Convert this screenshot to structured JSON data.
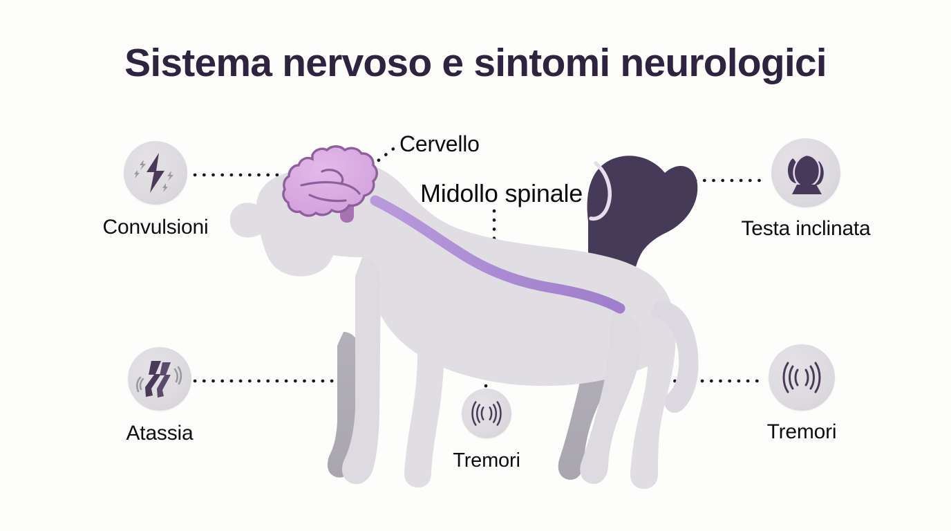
{
  "page": {
    "title": "Sistema nervoso e sintomi neurologici",
    "language": "it",
    "background_color": "#fdfdfc",
    "title_color": "#2e2440"
  },
  "anatomy_labels": [
    {
      "id": "cervello",
      "text": "Cervello",
      "part": "brain",
      "color": "#0b0b0d"
    },
    {
      "id": "midollo",
      "text": "Midollo spinale",
      "part": "spinal-cord",
      "color": "#0b0b0d"
    }
  ],
  "symptoms": [
    {
      "id": "convulsioni",
      "label": "Convulsioni",
      "icon": "lightning-bolt-icon",
      "position": "top-left",
      "icon_color": "#4a3a57",
      "circle_color": "#dcdade"
    },
    {
      "id": "atassia",
      "label": "Atassia",
      "icon": "wobbly-legs-icon",
      "position": "bottom-left",
      "icon_color": "#4a3a57",
      "circle_color": "#dcdade"
    },
    {
      "id": "testa-inclinata",
      "label": "Testa inclinata",
      "icon": "tilted-dog-head-icon",
      "position": "top-right",
      "icon_color": "#46395a",
      "circle_color": "#dcdade"
    },
    {
      "id": "tremori-destra",
      "label": "Tremori",
      "icon": "vibration-waves-icon",
      "position": "bottom-right",
      "icon_color": "#4a3a57",
      "circle_color": "#dcdade"
    },
    {
      "id": "tremori-centro",
      "label": "Tremori",
      "icon": "vibration-waves-icon",
      "position": "bottom-center",
      "icon_color": "#4a3a57",
      "circle_color": "#dcdade"
    }
  ],
  "illustration": {
    "subject": "dog-silhouette-side-view",
    "body_color": "#e0dee3",
    "far_limb_color": "#b3b0b8",
    "head_overlay_color": "#453a58",
    "brain_color": "#d9a8e0",
    "brain_outline_color": "#8e5f9c",
    "spinal_cord_color": "#ab8cd4",
    "connector_color": "#1b1722",
    "connector_style": "dotted"
  }
}
